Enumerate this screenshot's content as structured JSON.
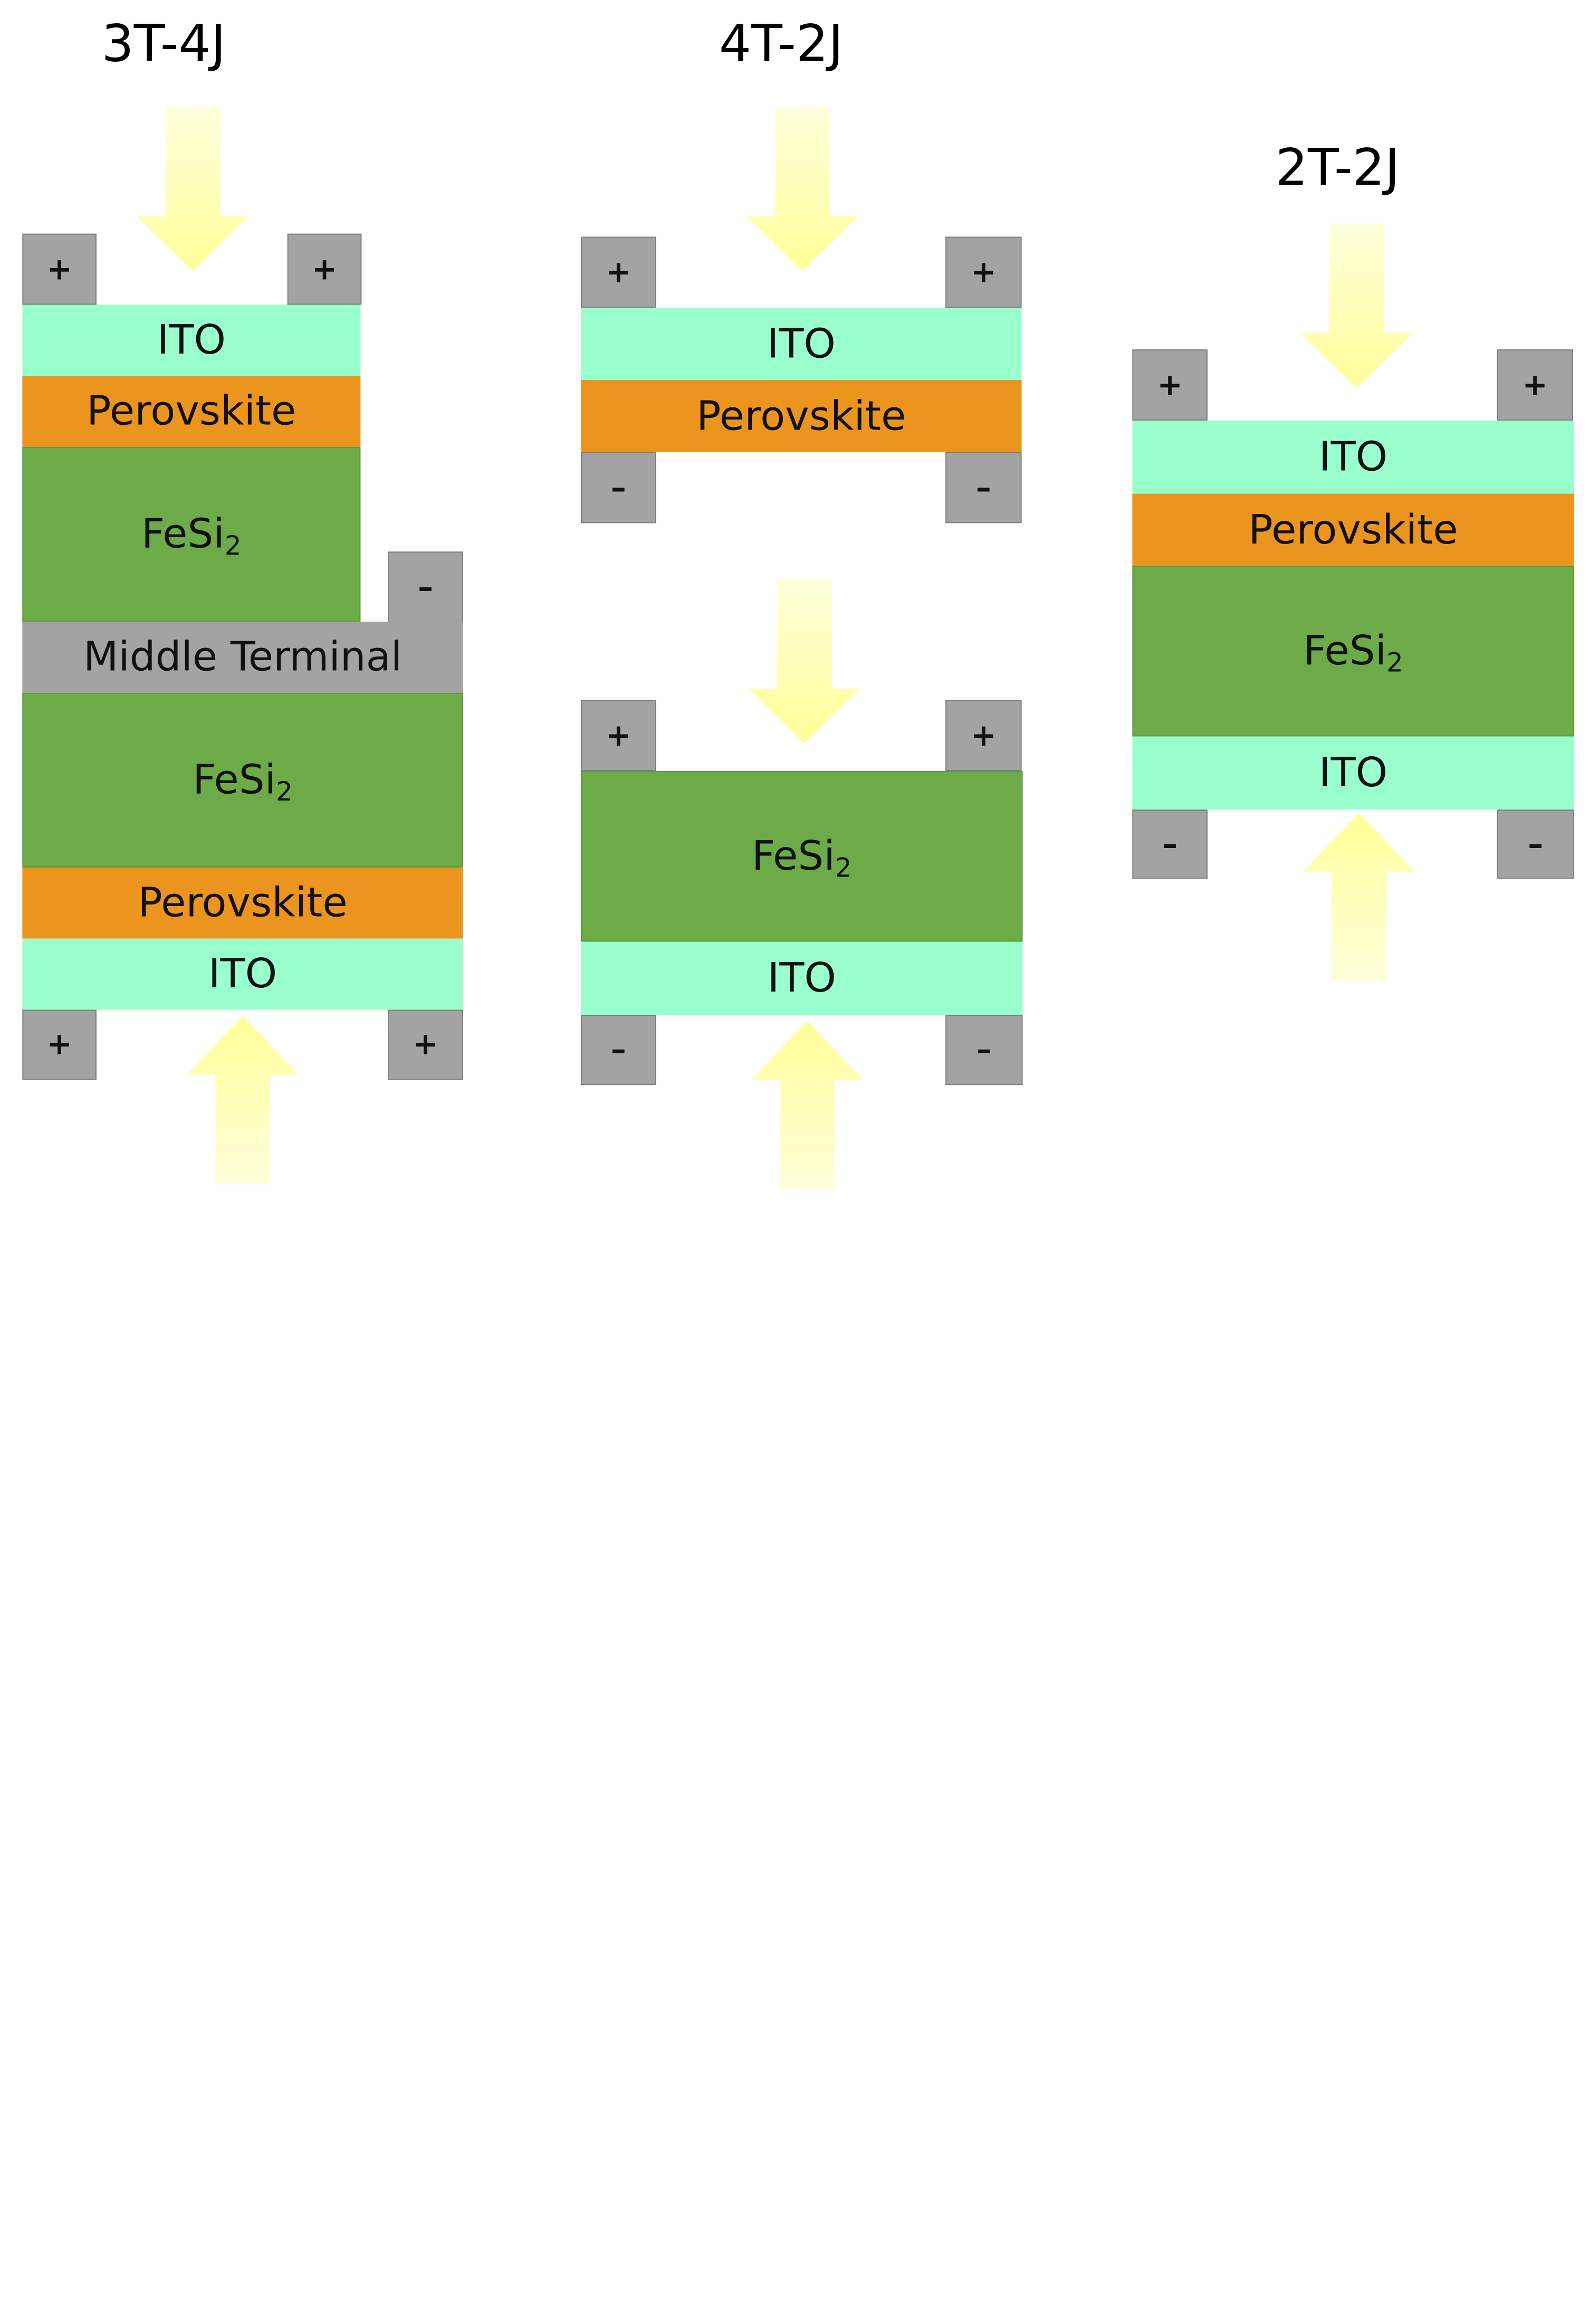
{
  "diagram": {
    "titles": {
      "left": "3T-4J",
      "middle": "4T-2J",
      "right": "2T-2J"
    },
    "labels": {
      "ito": "ITO",
      "perovskite": "Perovskite",
      "fesi2_base": "FeSi",
      "fesi2_subscript": "2",
      "middle_terminal": "Middle Terminal",
      "plus": "+",
      "minus": "–"
    },
    "colors": {
      "ito": "#99ffcc",
      "perovskite": "#eb941e",
      "fesi2": "#6cab47",
      "terminal": "#a3a3a3",
      "light_arrow": "#ffff99"
    }
  }
}
